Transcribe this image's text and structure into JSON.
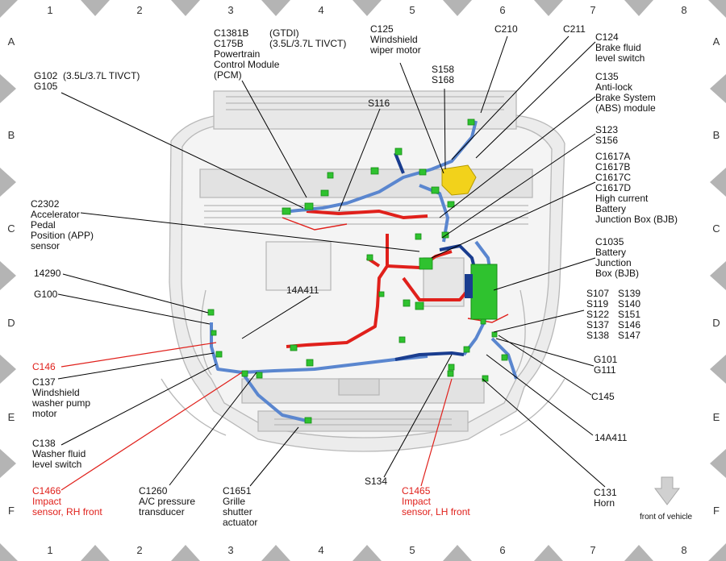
{
  "grid": {
    "columns": [
      "1",
      "2",
      "3",
      "4",
      "5",
      "6",
      "7",
      "8"
    ],
    "rows": [
      "A",
      "B",
      "C",
      "D",
      "E",
      "F"
    ]
  },
  "labels": {
    "c1381b": "C1381B\nC175B\nPowertrain\nControl Module\n(PCM)",
    "gtdi": "(GTDI)\n(3.5L/3.7L TIVCT)",
    "c125": "C125\nWindshield\nwiper motor",
    "c210": "C210",
    "c211": "C211",
    "c124": "C124\nBrake fluid\nlevel switch",
    "c135": "C135\nAnti-lock\nBrake System\n(ABS) module",
    "s158": "S158\nS168",
    "g102": "G102  (3.5L/3.7L TIVCT)\nG105",
    "s116": "S116",
    "s123": "S123\nS156",
    "c1617": "C1617A\nC1617B\nC1617C\nC1617D\nHigh current\nBattery\nJunction Box (BJB)",
    "c2302": "C2302\nAccelerator\nPedal\nPosition (APP)\nsensor",
    "c1035": "C1035\nBattery\nJunction\nBox (BJB)",
    "g14290": "14290",
    "a14a411_top": "14A411",
    "g100": "G100",
    "splices_left": "S107\nS119\nS122\nS137\nS138",
    "splices_right": "S139\nS140\nS151\nS146\nS147",
    "c146": "C146",
    "c137": "C137\nWindshield\nwasher pump\nmotor",
    "g101": "G101\nG111",
    "c145": "C145",
    "c138": "C138\nWasher fluid\nlevel switch",
    "a14a411_bottom": "14A411",
    "c1466": "C1466\nImpact\nsensor, RH front",
    "c1260": "C1260\nA/C pressure\ntransducer",
    "c1651": "C1651\nGrille\nshutter\nactuator",
    "s134": "S134",
    "c1465": "C1465\nImpact\nsensor, LH front",
    "c131": "C131\nHorn",
    "front_of_vehicle": "front of vehicle"
  },
  "colors": {
    "harness_red": "#e0201b",
    "harness_blue": "#2f5fb3",
    "harness_dark_blue": "#1a3d8f",
    "connector_green": "#2fc22f",
    "reservoir_yellow": "#f2d21b",
    "callout_red": "#e0201b",
    "border_gray": "#b4b4b4"
  }
}
